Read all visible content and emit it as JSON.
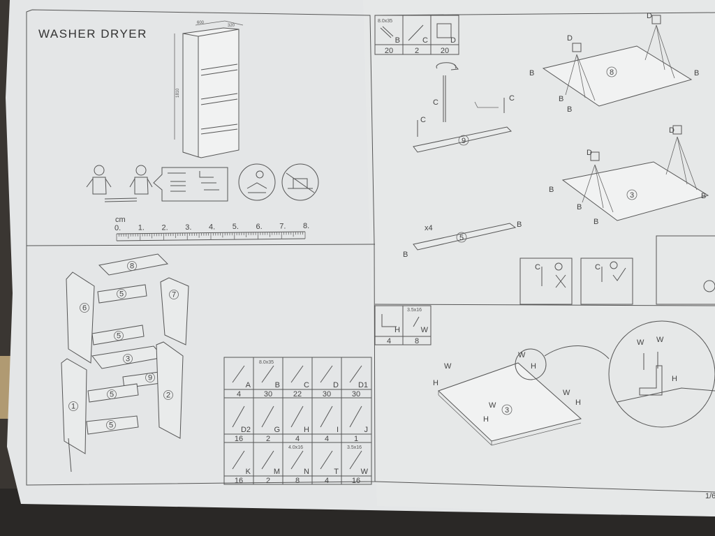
{
  "document": {
    "title": "WASHER DRYER",
    "dimensions": {
      "width": "600",
      "depth": "320",
      "height": "1810"
    },
    "ruler": {
      "unit": "cm",
      "ticks": [
        "0.",
        "1.",
        "2.",
        "3.",
        "4.",
        "5.",
        "6.",
        "7.",
        "8."
      ]
    },
    "exploded_parts": [
      "8",
      "5",
      "6",
      "7",
      "5",
      "3",
      "9",
      "5",
      "1",
      "2",
      "5"
    ],
    "hardware_table": [
      {
        "size": "",
        "code": "A",
        "count": "4"
      },
      {
        "size": "8.0x35",
        "code": "B",
        "count": "30"
      },
      {
        "size": "",
        "code": "C",
        "count": "22"
      },
      {
        "size": "",
        "code": "D",
        "count": "30"
      },
      {
        "size": "",
        "code": "D1",
        "count": "30"
      },
      {
        "size": "",
        "code": "D2",
        "count": "16"
      },
      {
        "size": "",
        "code": "G",
        "count": "2"
      },
      {
        "size": "",
        "code": "H",
        "count": "4"
      },
      {
        "size": "",
        "code": "I",
        "count": "4"
      },
      {
        "size": "",
        "code": "J",
        "count": "1"
      },
      {
        "size": "",
        "code": "K",
        "count": "16"
      },
      {
        "size": "",
        "code": "M",
        "count": "2"
      },
      {
        "size": "4.0x16",
        "code": "N",
        "count": "8"
      },
      {
        "size": "",
        "code": "T",
        "count": "4"
      },
      {
        "size": "3.5x16",
        "code": "W",
        "count": "16"
      }
    ],
    "step1": {
      "parts": [
        {
          "size": "8.0x35",
          "code": "B",
          "count": "20"
        },
        {
          "size": "",
          "code": "C",
          "count": "2"
        },
        {
          "size": "",
          "code": "D",
          "count": "20"
        }
      ],
      "panels": [
        "8",
        "9",
        "3",
        "5"
      ],
      "multiplier": "x4",
      "labels": {
        "b": "B",
        "c": "C",
        "d": "D"
      }
    },
    "step2": {
      "parts": [
        {
          "size": "",
          "code": "H",
          "count": "4"
        },
        {
          "size": "3.5x16",
          "code": "W",
          "count": "8"
        }
      ],
      "panel": "3",
      "labels": {
        "w": "W",
        "h": "H"
      }
    },
    "page": "1/6"
  }
}
